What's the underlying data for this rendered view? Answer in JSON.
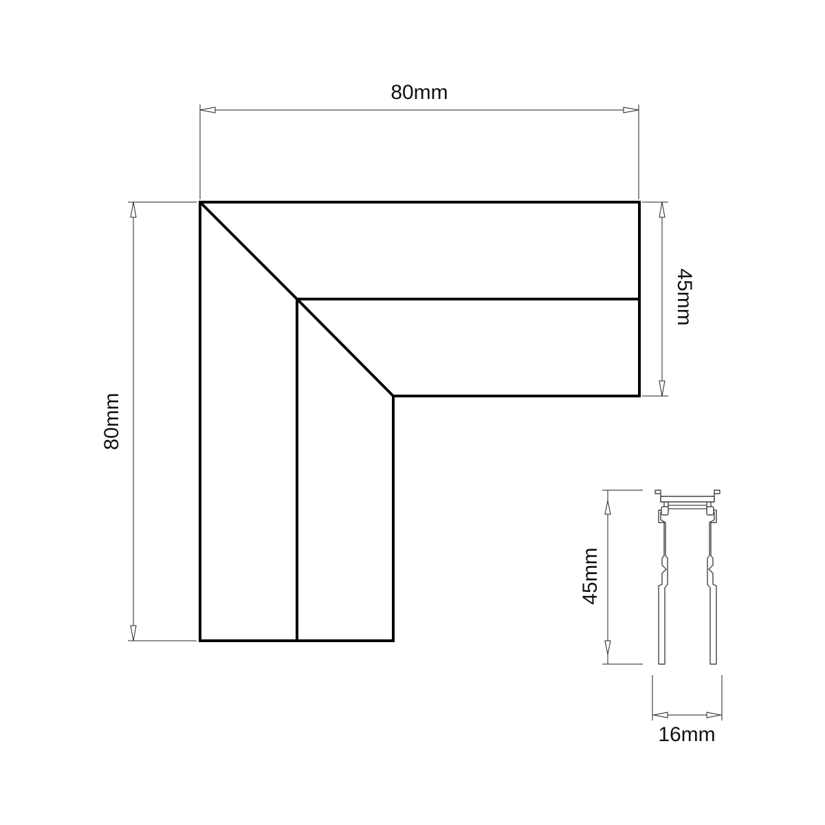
{
  "dimensions": {
    "top_width": "80mm",
    "left_height": "80mm",
    "right_height": "45mm",
    "profile_height": "45mm",
    "profile_width": "16mm"
  },
  "colors": {
    "line": "#000000",
    "dimension": "#222222",
    "background": "#ffffff"
  }
}
